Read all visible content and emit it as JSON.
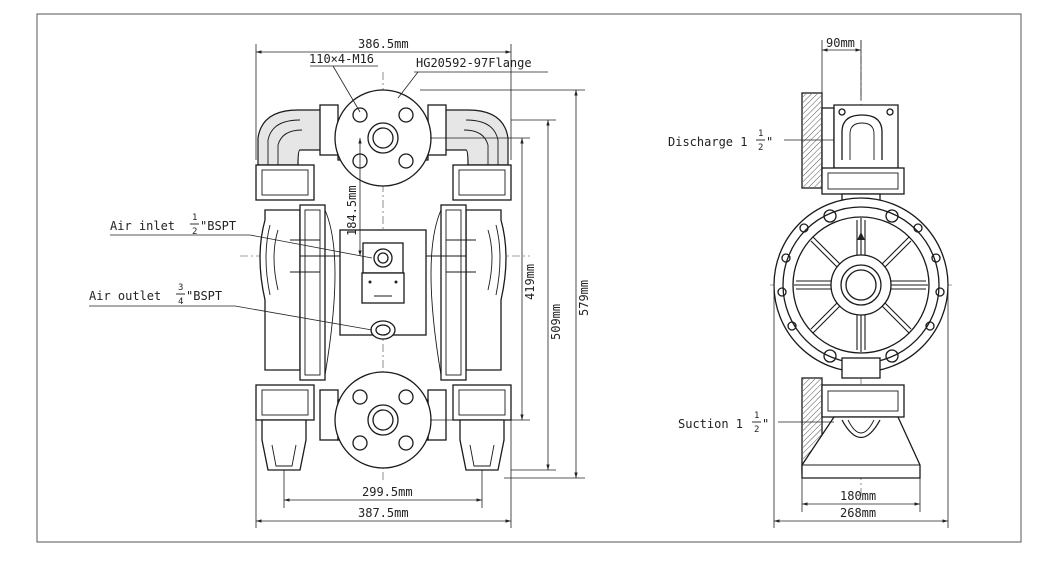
{
  "front_view": {
    "labels": {
      "overall_width_top": "386.5mm",
      "flange_bolts": "110×4-M16",
      "flange_standard": "HG20592-97Flange",
      "air_inlet_prefix": "Air inlet ",
      "air_inlet_num": "1",
      "air_inlet_den": "2",
      "air_inlet_suffix": "\"BSPT",
      "air_outlet_prefix": "Air outlet ",
      "air_outlet_num": "3",
      "air_outlet_den": "4",
      "air_outlet_suffix": "\"BSPT",
      "center_height": "184.5mm",
      "height_419": "419mm",
      "height_509": "509mm",
      "height_579": "579mm",
      "foot_spacing": "299.5mm",
      "overall_width_bottom": "387.5mm"
    }
  },
  "side_view": {
    "labels": {
      "top_width": "90mm",
      "discharge_prefix": "Discharge 1",
      "discharge_num": "1",
      "discharge_den": "2",
      "discharge_suffix": "\"",
      "suction_prefix": "Suction 1",
      "suction_num": "1",
      "suction_den": "2",
      "suction_suffix": "\"",
      "base_inner_width": "180mm",
      "base_overall_width": "268mm"
    }
  }
}
